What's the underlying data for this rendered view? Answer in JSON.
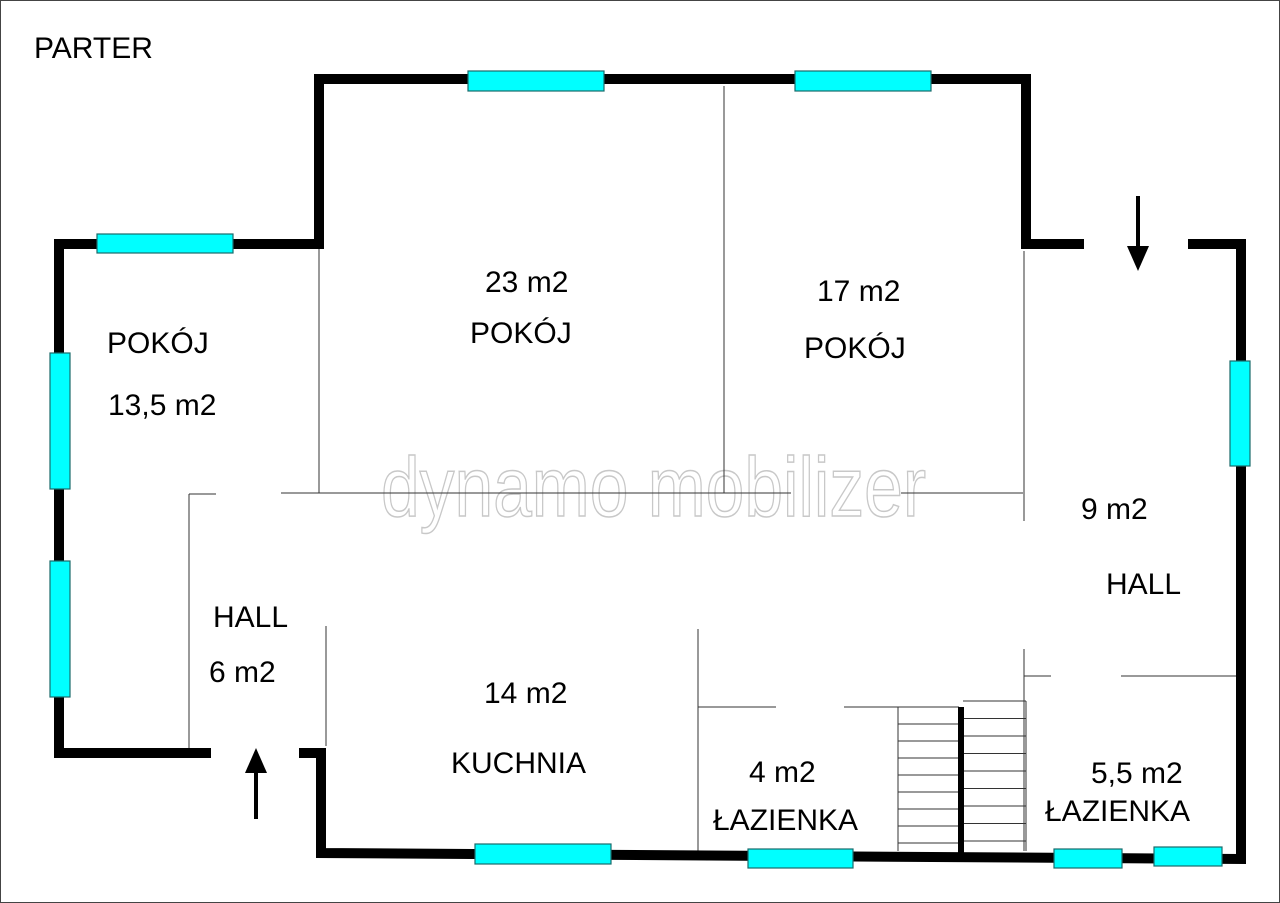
{
  "title": "PARTER",
  "watermark": "dynamo mobilizer",
  "colors": {
    "window": "#00ffff",
    "wall": "#000000"
  },
  "rooms": [
    {
      "name": "POKÓJ",
      "area": "13,5 m2"
    },
    {
      "name": "POKÓJ",
      "area": "23 m2"
    },
    {
      "name": "POKÓJ",
      "area": "17 m2"
    },
    {
      "name": "HALL",
      "area": "9 m2"
    },
    {
      "name": "HALL",
      "area": "6 m2"
    },
    {
      "name": "KUCHNIA",
      "area": "14 m2"
    },
    {
      "name": "ŁAZIENKA",
      "area": "4 m2"
    },
    {
      "name": "ŁAZIENKA",
      "area": "5,5 m2"
    }
  ],
  "icons": {
    "entrance_top": "arrow-down-icon",
    "entrance_bottom": "arrow-up-icon"
  }
}
